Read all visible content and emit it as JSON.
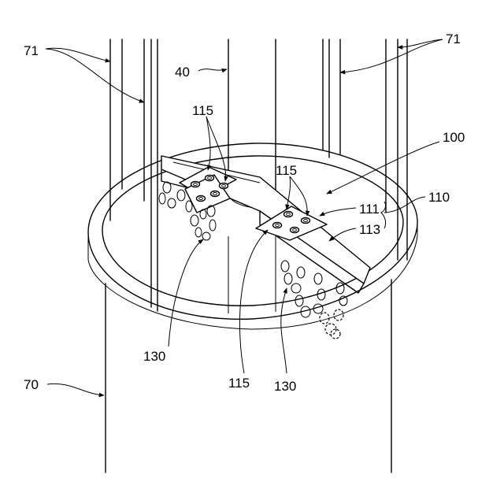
{
  "labels": {
    "lbl_71_left": "71",
    "lbl_71_right": "71",
    "lbl_40": "40",
    "lbl_115_top_left": "115",
    "lbl_115_top_right": "115",
    "lbl_115_bottom": "115",
    "lbl_100": "100",
    "lbl_110": "110",
    "lbl_111": "111",
    "lbl_113": "113",
    "lbl_130_left": "130",
    "lbl_130_right": "130",
    "lbl_70": "70"
  }
}
